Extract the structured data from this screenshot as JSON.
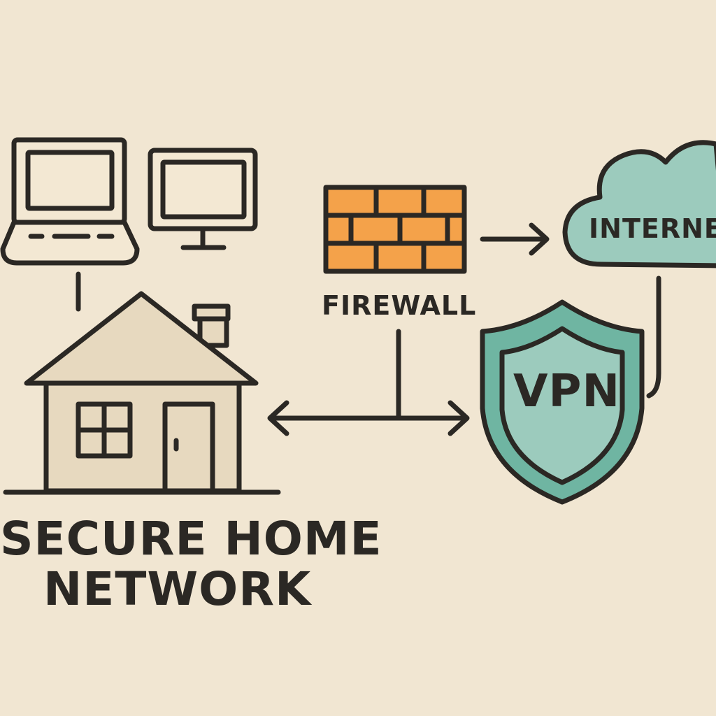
{
  "diagram": {
    "title_line1": "SECURE HOME",
    "title_line2": "NETWORK",
    "firewall_label": "FIREWALL",
    "internet_label": "INTERNET",
    "vpn_label": "VPN"
  },
  "colors": {
    "background": "#f1e6d2",
    "outline": "#2b2824",
    "house_fill": "#e7d9bf",
    "firewall_brick": "#f4a24a",
    "internet_cloud": "#9ccbbd",
    "vpn_shield": "#6fb5a2",
    "device_screen": "#f3e8d3"
  },
  "icons": [
    "laptop-icon",
    "monitor-icon",
    "house-icon",
    "firewall-icon",
    "cloud-icon",
    "shield-icon"
  ]
}
